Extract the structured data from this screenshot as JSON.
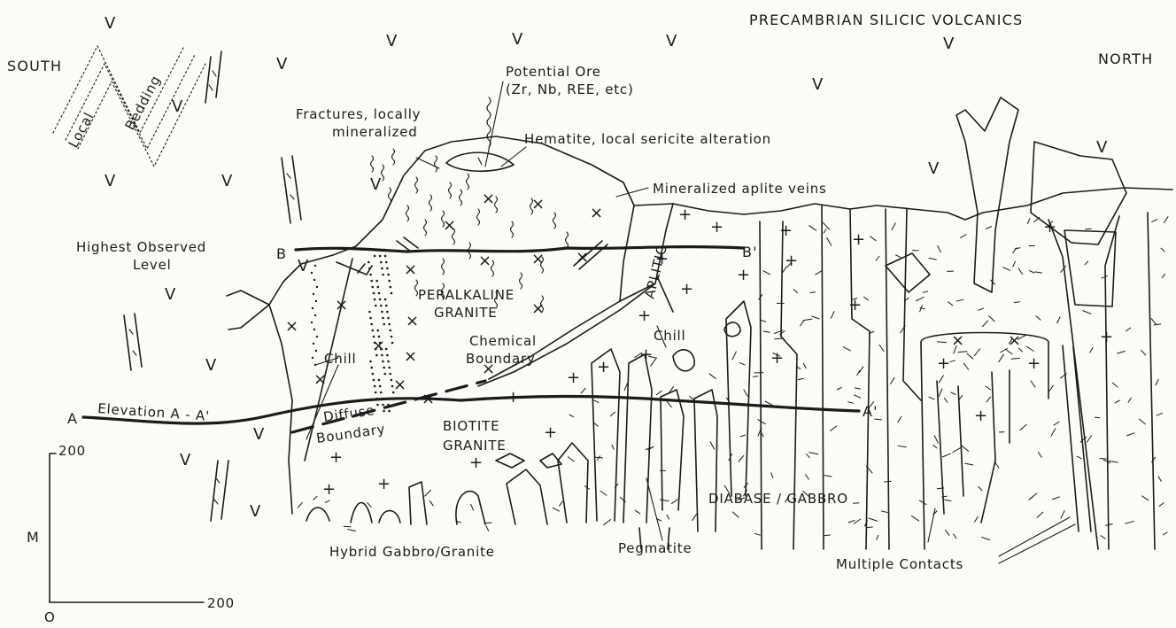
{
  "labels": {
    "precambrian": "PRECAMBRIAN SILICIC VOLCANICS",
    "south": "SOUTH",
    "north": "NORTH",
    "local": "Local",
    "bedding": "Bedding",
    "potential_ore_1": "Potential Ore",
    "potential_ore_2": "(Zr, Nb, REE, etc)",
    "fractures_1": "Fractures, locally",
    "fractures_2": "mineralized",
    "hematite": "Hematite, local sericite alteration",
    "aplite_veins": "Mineralized aplite veins",
    "highest_1": "Highest Observed",
    "highest_2": "Level",
    "b_left": "B",
    "b_right": "B'",
    "aplitic": "APLITIC",
    "peralkaline": "PERALKALINE",
    "granite": "GRANITE",
    "chill_left": "Chill",
    "chill_right": "Chill",
    "chemical": "Chemical",
    "boundary": "Boundary",
    "a_left": "A",
    "a_right": "A'",
    "elevation": "Elevation  A - A'",
    "diffuse": "Diffuse",
    "diffuse_boundary": "Boundary",
    "biotite": "BIOTITE",
    "biotite_granite": "GRANITE",
    "diabase": "DIABASE / GABBRO",
    "hybrid": "Hybrid  Gabbro/Granite",
    "pegmatite": "Pegmatite",
    "multiple": "Multiple  Contacts"
  },
  "scale_bar": {
    "y_label": "M",
    "y_value": "200",
    "x_value": "200",
    "origin": "O"
  }
}
